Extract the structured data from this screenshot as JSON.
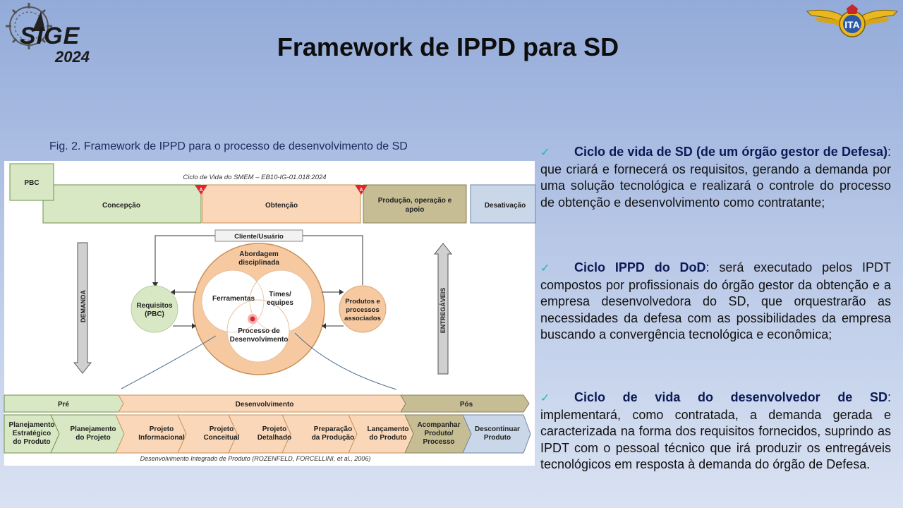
{
  "logo_left": {
    "text": "SIGE",
    "year": "2024"
  },
  "title": "Framework de IPPD para SD",
  "figure": {
    "caption": "Fig. 2. Framework de IPPD para o processo de desenvolvimento de SD",
    "pbc": "PBC",
    "lifecycle_caption": "Ciclo de Vida do SMEM – EB10-IG-01.018:2024",
    "phases": [
      "Concepção",
      "Obtenção",
      "Produção, operação e",
      "apoio",
      "Desativação"
    ],
    "milestone": "A",
    "client": "Cliente/Usuário",
    "approach": [
      "Abordagem",
      "disciplinada"
    ],
    "tools": "Ferramentas",
    "teams": [
      "Times/",
      "equipes"
    ],
    "process": [
      "Processo de",
      "Desenvolvimento"
    ],
    "requirements": [
      "Requisitos",
      "(PBC)"
    ],
    "products": [
      "Produtos e",
      "processos",
      "associados"
    ],
    "demand": "DEMANDA",
    "deliverables": "ENTREGÁVEIS",
    "stages": [
      "Pré",
      "Desenvolvimento",
      "Pós"
    ],
    "steps": [
      [
        "Planejamento",
        "Estratégico",
        "do Produto"
      ],
      [
        "Planejamento",
        "do Projeto"
      ],
      [
        "Projeto",
        "Informacional"
      ],
      [
        "Projeto",
        "Conceitual"
      ],
      [
        "Projeto",
        "Detalhado"
      ],
      [
        "Preparação",
        "da Produção"
      ],
      [
        "Lançamento",
        "do Produto"
      ],
      [
        "Acompanhar",
        "Produto/",
        "Processo"
      ],
      [
        "Descontinuar",
        "Produto"
      ]
    ],
    "source": "Desenvolvimento Integrado de Produto (ROZENFELD, FORCELLINI, et al., 2006)"
  },
  "bullets": [
    {
      "check": "✓",
      "bold": "Ciclo de vida de SD (de um órgão gestor de Defesa)",
      "text": ": que criará e fornecerá os requisitos, gerando a demanda por uma solução tecnológica e realizará o controle do processo de obtenção e desenvolvimento como contratante;"
    },
    {
      "check": "✓",
      "bold": "Ciclo IPPD do DoD",
      "text": ": será executado pelos IPDT compostos por profissionais do órgão gestor da obtenção e a empresa desenvolvedora do SD, que orquestrarão as necessidades da defesa com as possibilidades da empresa buscando a convergência tecnológica e econômica;"
    },
    {
      "check": "✓",
      "bold": "Ciclo de vida do desenvolvedor de SD",
      "text": ": implementará, como contratada, a demanda gerada e caracterizada na forma dos requisitos fornecidos, suprindo as IPDT com o pessoal técnico que irá produzir os entregáveis tecnológicos em resposta à demanda do órgão de Defesa."
    }
  ],
  "colors": {
    "green": "#d9e8c4",
    "orange": "#fad7b8",
    "olive": "#c6bd95",
    "blue": "#c9d7e8",
    "accent_red": "#e0262c",
    "check": "#27b4b0"
  }
}
